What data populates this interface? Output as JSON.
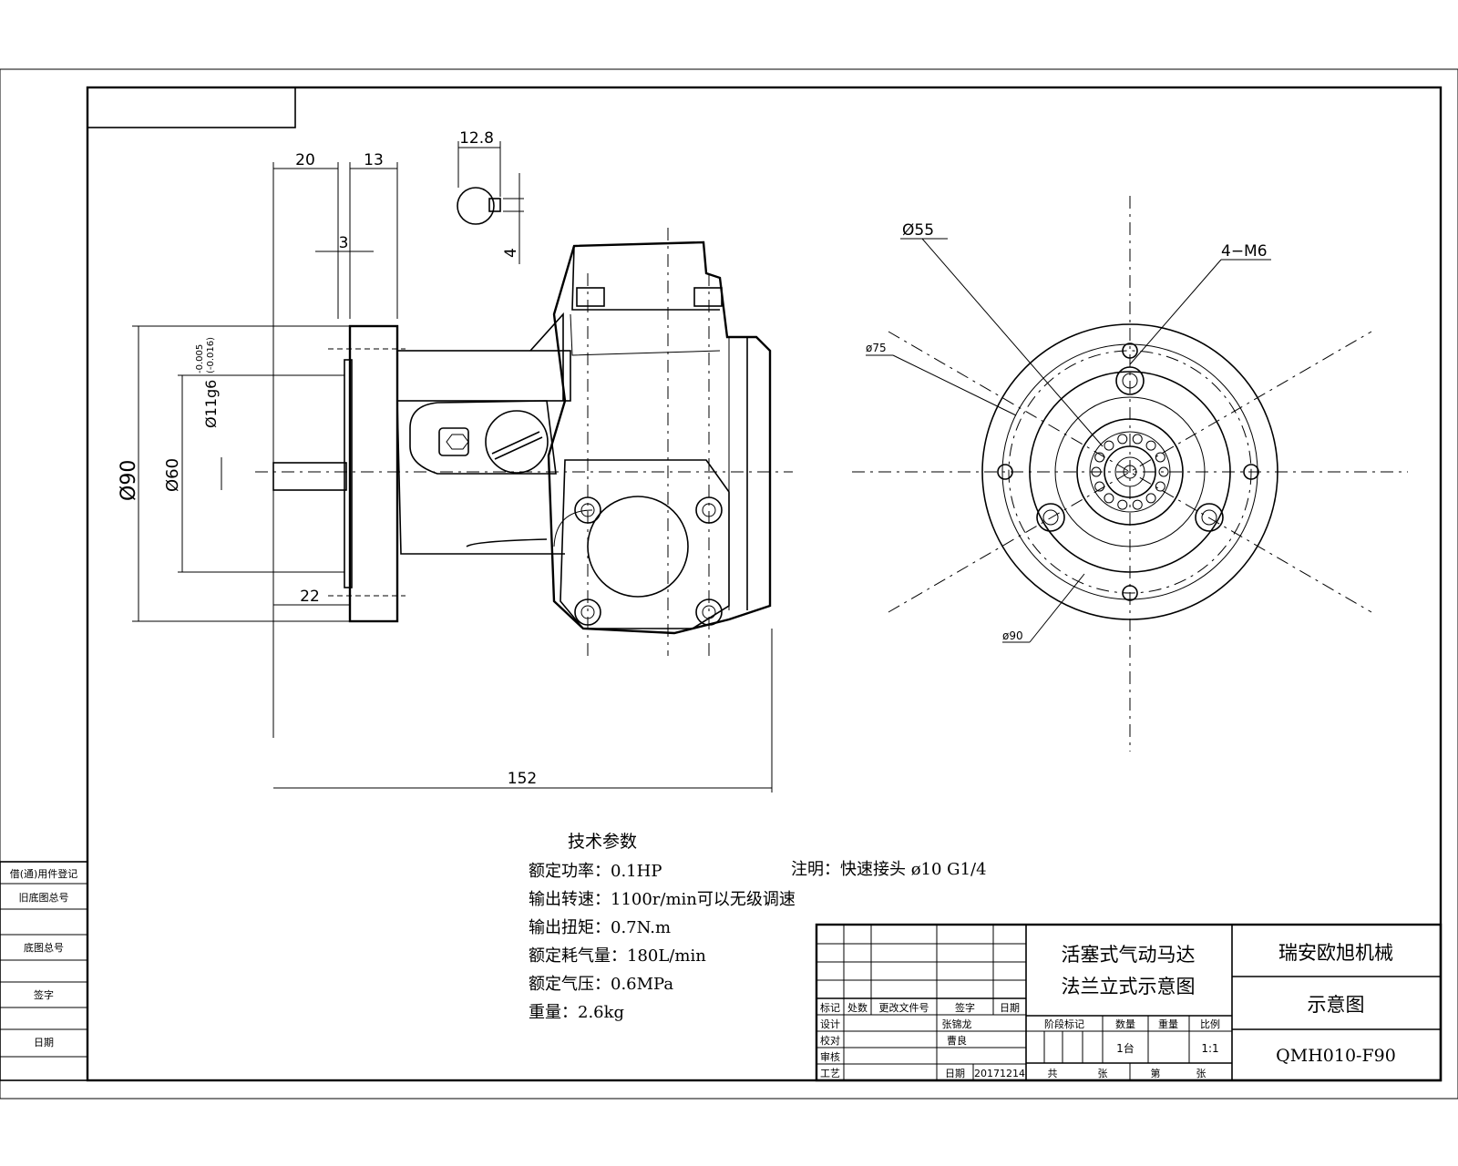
{
  "dimensions": {
    "front": [
      "20",
      "13",
      "3",
      "22",
      "152",
      "Ø90",
      "Ø60"
    ],
    "shaft_fit": "Ø11g6",
    "shaft_tol_upper": "-0.005",
    "shaft_tol_lower": "(-0.016)",
    "key_width": "12.8",
    "key_depth": "4",
    "side": [
      "Ø55",
      "4−M6",
      "ø75",
      "ø90"
    ]
  },
  "tech_params": {
    "title": "技术参数",
    "lines": [
      "额定功率：0.1HP",
      "输出转速：1100r/min可以无级调速",
      "输出扭矩：0.7N.m",
      "额定耗气量：180L/min",
      "额定气压：0.6MPa",
      "重量：2.6kg"
    ]
  },
  "note": "注明：快速接头 ø10 G1/4",
  "title_block": {
    "product_name_line1": "活塞式气动马达",
    "product_name_line2": "法兰立式示意图",
    "company": "瑞安欧旭机械",
    "drawing_title": "示意图",
    "drawing_number": "QMH010-F90",
    "scale": "1:1",
    "quantity": "1台",
    "date": "20171214",
    "revision_headers": [
      "标记",
      "处数",
      "更改文件号",
      "签字",
      "日期"
    ],
    "role_labels": [
      "设计",
      "校对",
      "审核",
      "工艺"
    ],
    "role_names": [
      "张锦龙",
      "曹良",
      "",
      ""
    ],
    "date_label": "日期",
    "stage_headers": [
      "阶段标记",
      "数量",
      "重量",
      "比例"
    ],
    "sheet_labels": [
      "共",
      "张",
      "第",
      "张"
    ]
  },
  "side_stamp": [
    "借(通)用件登记",
    "旧底图总号",
    "",
    "底图总号",
    "签字",
    "日期"
  ]
}
